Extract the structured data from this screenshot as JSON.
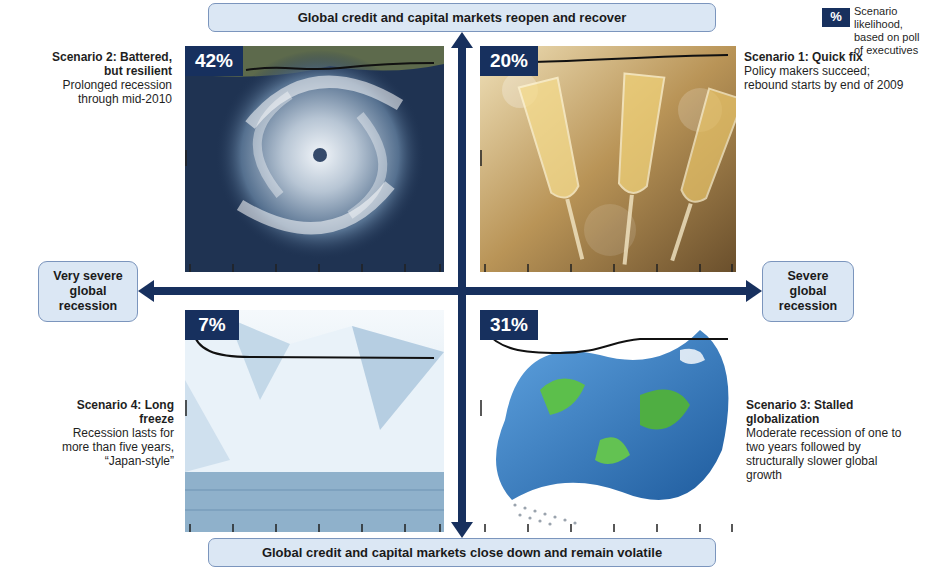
{
  "diagram": {
    "nodes": [
      {
        "text": [
          "Global credit and capital markets reopen and recover"
        ]
      },
      {
        "text": [
          "42%"
        ]
      },
      {
        "text": [
          "20%"
        ]
      },
      {
        "text": [
          "Very severe global recession"
        ]
      },
      {
        "text": [
          "Severe global recession"
        ]
      },
      {
        "text": [
          "7%"
        ]
      },
      {
        "text": [
          "31%"
        ]
      },
      {
        "text": [
          "Global credit and capital markets close down and remain volatile"
        ]
      }
    ],
    "edges": [
      {
        "from": 0,
        "to": 7,
        "arrow": "both"
      },
      {
        "from": 3,
        "to": 4,
        "arrow": "both"
      }
    ],
    "labels": [
      "%",
      "Scenario 2: Battered, but resilient",
      "Prolonged recession through mid-2010",
      "Scenario 1: Quick fix",
      "Policy makers succeed; rebound starts by end of 2009",
      "Scenario 4: Long freeze",
      "Recession lasts for more than five years, “Japan-style”",
      "Scenario 3: Stalled globalization",
      "Moderate recession of one to two years followed by structurally slower global growth"
    ],
    "legend": [
      {
        "text": "Scenario likelihood, based on poll of executives",
        "color": "#17305e"
      }
    ]
  }
}
